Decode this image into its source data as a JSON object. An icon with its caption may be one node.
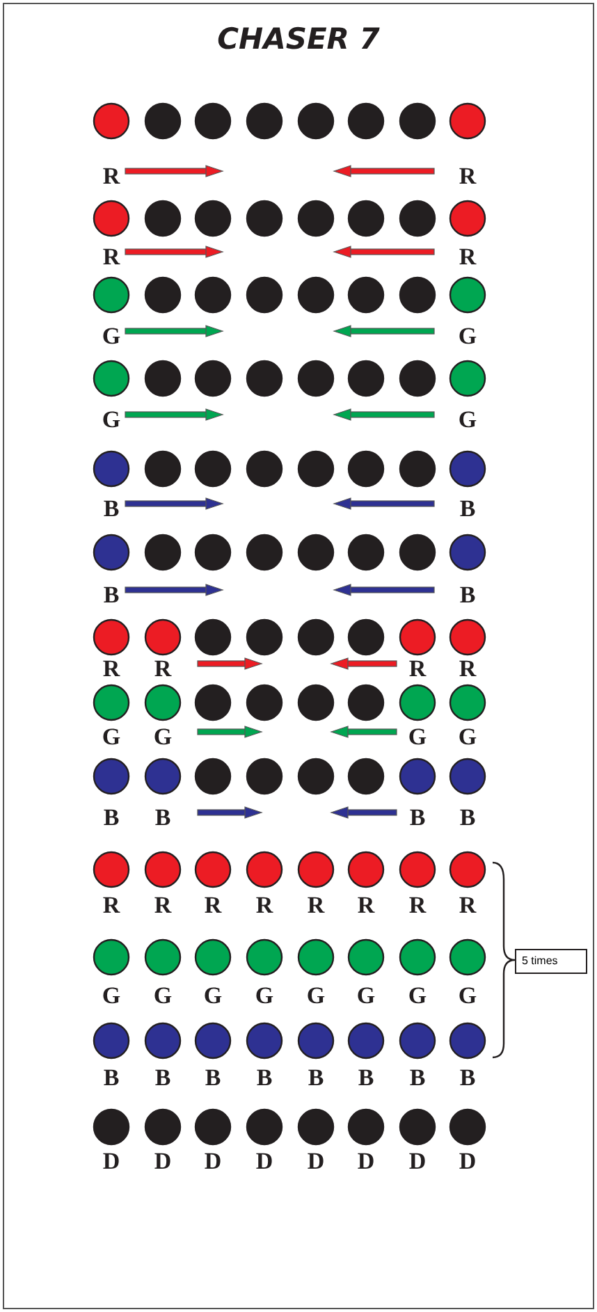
{
  "diagram": {
    "title": "CHASER 7",
    "nodes": [
      {
        "text": [
          "5 times"
        ]
      }
    ],
    "labels": [
      "R",
      "R",
      "R",
      "R",
      "G",
      "G",
      "G",
      "G",
      "B",
      "B",
      "B",
      "B",
      "R",
      "R",
      "R",
      "R",
      "G",
      "G",
      "G",
      "G",
      "B",
      "B",
      "B",
      "B",
      "R",
      "R",
      "R",
      "R",
      "R",
      "R",
      "R",
      "R",
      "G",
      "G",
      "G",
      "G",
      "G",
      "G",
      "G",
      "G",
      "B",
      "B",
      "B",
      "B",
      "B",
      "B",
      "B",
      "B",
      "D",
      "D",
      "D",
      "D",
      "D",
      "D",
      "D",
      "D"
    ]
  }
}
